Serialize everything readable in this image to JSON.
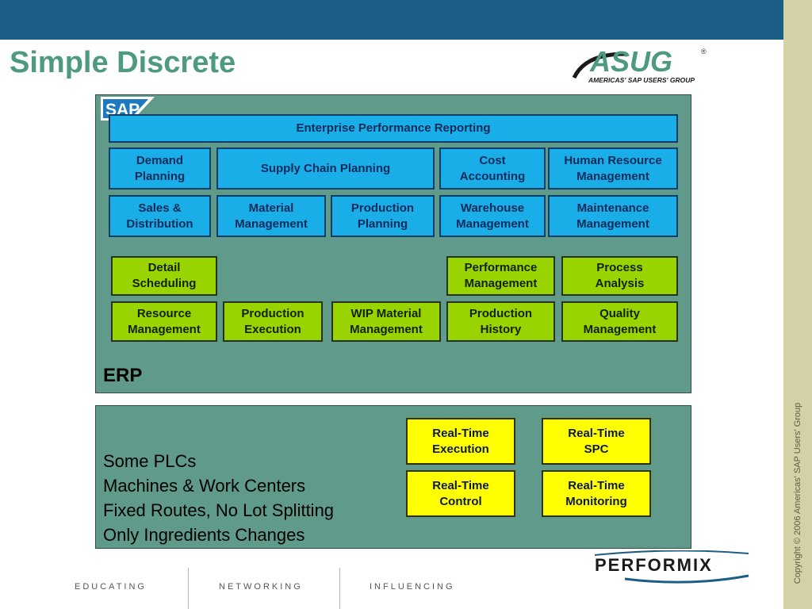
{
  "title": "Simple Discrete",
  "logos": {
    "sap": "SAP",
    "asug_main": "ASUG",
    "asug_sub": "AMERICAS' SAP USERS' GROUP",
    "asug_reg": "®",
    "performix": "PERFORMIX"
  },
  "copyright": "Copyright © 2006 Americas' SAP Users' Group",
  "erp_panel": {
    "label": "ERP",
    "header_bar": "Enterprise Performance Reporting",
    "blue_row1": [
      "Demand\nPlanning",
      "Supply Chain Planning",
      "Cost\nAccounting",
      "Human Resource\nManagement"
    ],
    "blue_row2": [
      "Sales &\nDistribution",
      "Material\nManagement",
      "Production\nPlanning",
      "Warehouse\nManagement",
      "Maintenance\nManagement"
    ],
    "green_row1": [
      "Detail\nScheduling",
      "Performance\nManagement",
      "Process\nAnalysis"
    ],
    "green_row2": [
      "Resource\nManagement",
      "Production\nExecution",
      "WIP Material\nManagement",
      "Production\nHistory",
      "Quality\nManagement"
    ]
  },
  "plant_panel": {
    "lines": [
      "Some PLCs",
      "Machines & Work Centers",
      "Fixed Routes, No Lot Splitting",
      "Only Ingredients Changes"
    ],
    "yellow_boxes": [
      "Real-Time\nExecution",
      "Real-Time\nSPC",
      "Real-Time\nControl",
      "Real-Time\nMonitoring"
    ]
  },
  "footer": [
    "EDUCATING",
    "NETWORKING",
    "INFLUENCING"
  ],
  "colors": {
    "header_bar": "#1b5e85",
    "title": "#4e9a80",
    "panel": "#5f9a8b",
    "blue_box": "#1aaee8",
    "green_box": "#99d400",
    "yellow_box": "#ffff00",
    "side_bar": "#d4d1a6"
  }
}
